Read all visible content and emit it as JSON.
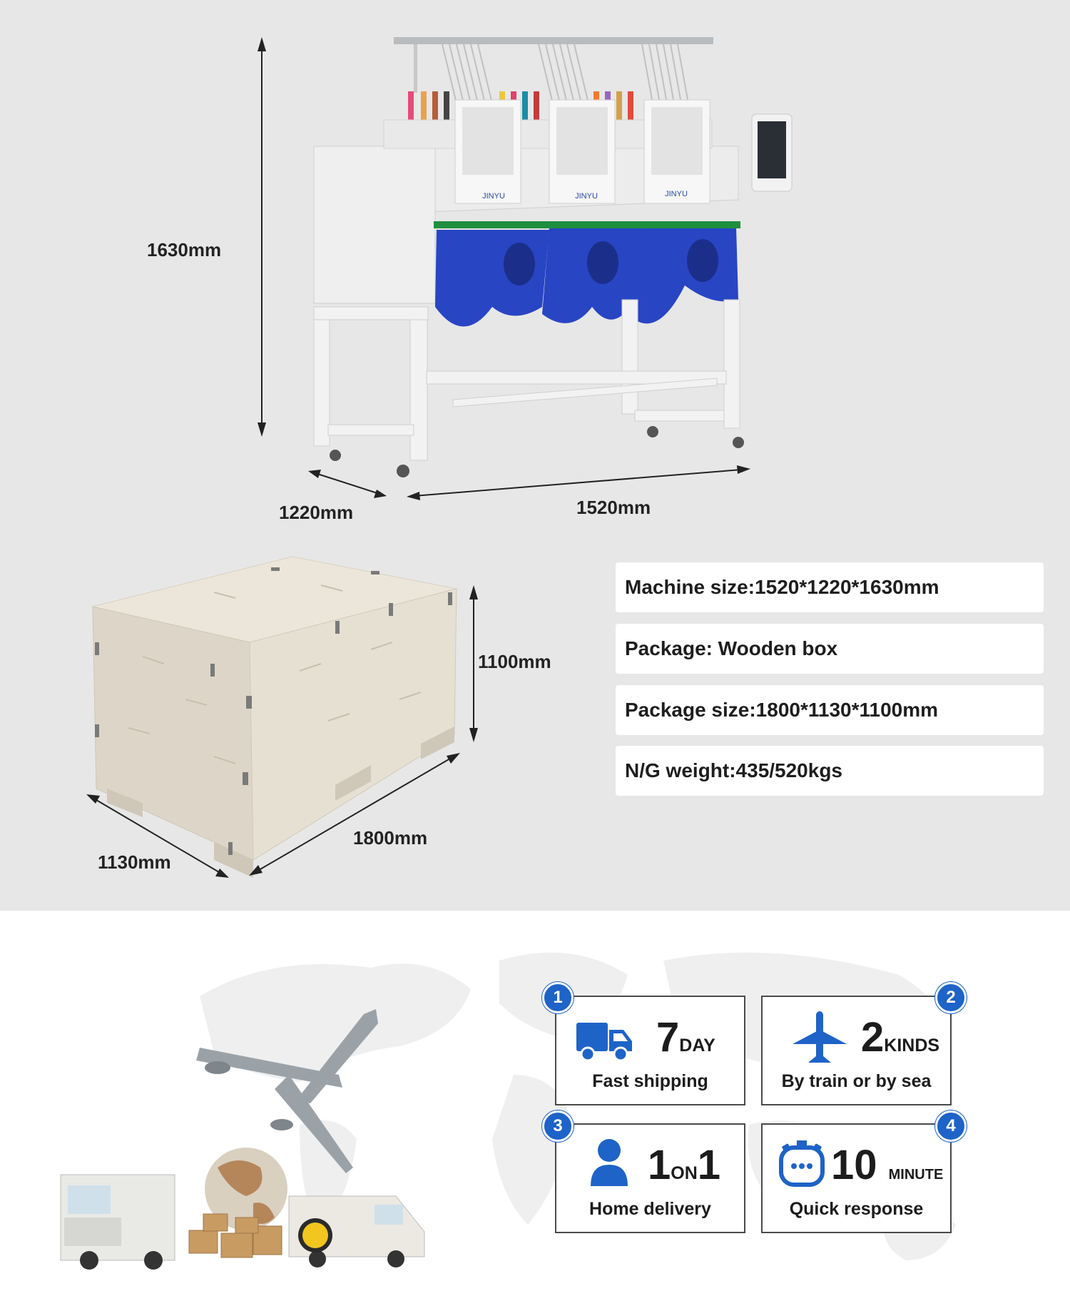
{
  "dimensions": {
    "machine_height": "1630mm",
    "machine_depth": "1220mm",
    "machine_width": "1520mm",
    "box_height": "1100mm",
    "box_depth": "1130mm",
    "box_length": "1800mm"
  },
  "machine": {
    "brand": "JINYU"
  },
  "specs": [
    {
      "label": "Machine size:1520*1220*1630mm"
    },
    {
      "label": "Package: Wooden box"
    },
    {
      "label": "Package size:1800*1130*1100mm"
    },
    {
      "label": "N/G weight:435/520kgs"
    }
  ],
  "features": [
    {
      "number": "1",
      "big": "7",
      "small": "DAY",
      "caption": "Fast shipping",
      "icon": "truck-icon"
    },
    {
      "number": "2",
      "big": "2",
      "small": "KINDS",
      "caption": "By train or by sea",
      "icon": "airplane-icon"
    },
    {
      "number": "3",
      "big": "1",
      "mid": "ON",
      "big2": "1",
      "caption": "Home delivery",
      "icon": "person-icon"
    },
    {
      "number": "4",
      "big": "10",
      "small": "MINUTE",
      "caption": "Quick response",
      "icon": "clock-icon"
    }
  ],
  "colors": {
    "accent": "#1e63c7",
    "panel_bg": "#e7e7e7",
    "garment": "#2845c4"
  }
}
